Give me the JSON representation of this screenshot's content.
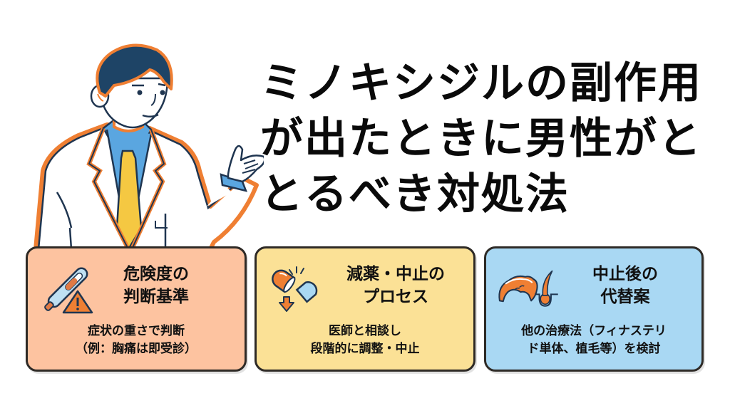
{
  "title": {
    "lines": [
      "ミノキシジルの副作用",
      "が出たときに男性がと",
      "とるべき対処法"
    ]
  },
  "illustration": {
    "subject": "doctor-presenting",
    "colors": {
      "outline": "#1f3550",
      "accent": "#ef7f33",
      "hair": "#1e4466",
      "shirt": "#5aa6e0",
      "tie": "#f5c842",
      "coat": "#ffffff"
    }
  },
  "cards": [
    {
      "icon": "thermometer-warning-icon",
      "heading": [
        "危険度の",
        "判断基準"
      ],
      "description": [
        "症状の重さで判断",
        "（例：胸痛は即受診）"
      ],
      "color": "#fdc3a0"
    },
    {
      "icon": "capsule-reduce-icon",
      "heading": [
        "減薬・中止の",
        "プロセス"
      ],
      "description": [
        "医師と相談し",
        "段階的に調整・中止"
      ],
      "color": "#fbe196"
    },
    {
      "icon": "hair-follicle-icon",
      "heading": [
        "中止後の",
        "代替案"
      ],
      "description": [
        "他の治療法（フィナステリ",
        "ド単体、植毛等）を検討"
      ],
      "color": "#a9d8f3"
    }
  ],
  "colors": {
    "card_border": "#2e2a26",
    "background": "#ffffff",
    "title_text": "#0a0a0a"
  }
}
